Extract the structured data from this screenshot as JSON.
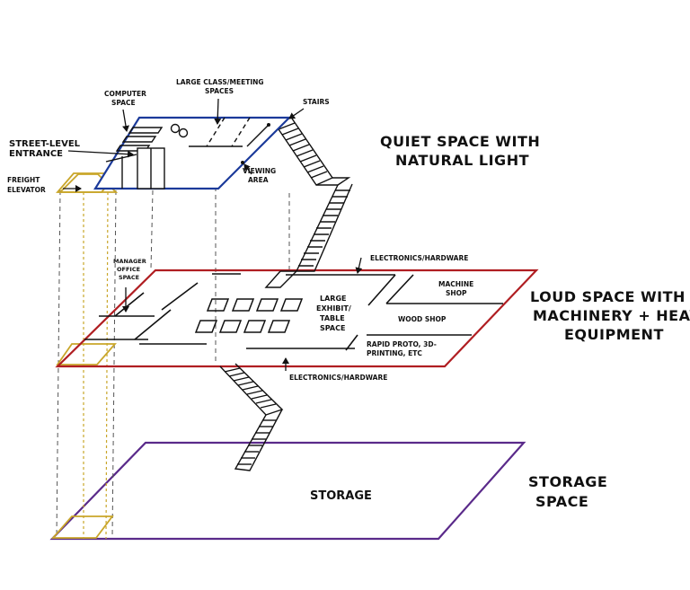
{
  "colors": {
    "quiet": "#1b3a9a",
    "loud": "#b01e22",
    "storage": "#5a2a8a",
    "elevator": "#c9a62a",
    "ink": "#111111"
  },
  "labels": {
    "computer_space": [
      "COMPUTER",
      "SPACE"
    ],
    "large_class": [
      "LARGE CLASS/MEETING",
      "SPACES"
    ],
    "stairs": "STAIRS",
    "street_level": [
      "STREET-LEVEL",
      "ENTRANCE"
    ],
    "freight_elevator": [
      "FREIGHT",
      "ELEVATOR"
    ],
    "viewing_area": [
      "VIEWING",
      "AREA"
    ],
    "manager_office": [
      "MANAGER",
      "OFFICE",
      "SPACE"
    ],
    "electronics_top": "ELECTRONICS/HARDWARE",
    "electronics_bottom": "ELECTRONICS/HARDWARE",
    "large_exhibit": [
      "LARGE",
      "EXHIBIT/",
      "TABLE",
      "SPACE"
    ],
    "machine_shop": [
      "MACHINE",
      "SHOP"
    ],
    "wood_shop": "WOOD SHOP",
    "rapid_proto": [
      "RAPID PROTO, 3D-",
      "PRINTING, ETC"
    ],
    "storage_floor": "STORAGE"
  },
  "side_labels": {
    "quiet": [
      "QUIET SPACE WITH",
      "NATURAL LIGHT"
    ],
    "loud": [
      "LOUD SPACE WITH",
      "MACHINERY + HEAVY",
      "EQUIPMENT"
    ],
    "storage": [
      "STORAGE",
      "SPACE"
    ]
  }
}
